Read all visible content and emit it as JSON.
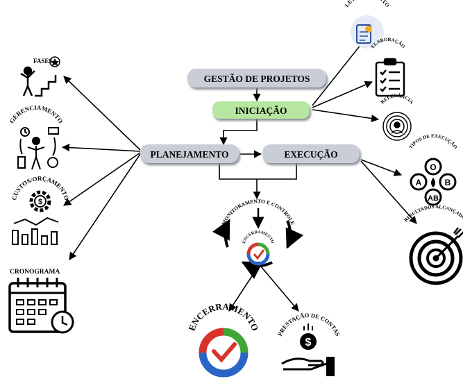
{
  "nodes": {
    "gestao": "GESTÃO DE PROJETOS",
    "iniciacao": "INICIAÇÃO",
    "planejamento": "PLANEJAMENTO",
    "execucao": "EXECUÇÃO"
  },
  "cycle": {
    "monitoramento": "MONITORAMENTO E CONTROLE",
    "encerramento_small": "ENCERRAMENTO"
  },
  "left_items": {
    "fases": "FASES",
    "gerenciamento": "GERENCIAMENTO",
    "custos": "CUSTOS/ORÇAMENTO",
    "cronograma": "CRONOGRAMA"
  },
  "right_items": {
    "levantamento": "LEVANTAMENTO",
    "elaboracao": "ELABORAÇÃO",
    "relevancia": "RELEVÂNCIA",
    "tipos": "TIPOS DE EXECUÇÃO",
    "resultados": "RESULTADOS ALCANÇADOS"
  },
  "bottom_items": {
    "encerramento": "ENCERRAMENTO",
    "prestacao": "PRESTAÇÃO DE CONTAS"
  },
  "blood_types": {
    "o": "O",
    "a": "A",
    "b": "B",
    "ab": "AB"
  },
  "colors": {
    "node_fill": "#c9cdd5",
    "node_shadow": "#8a8f99",
    "iniciacao_fill": "#b7e6a0",
    "ring_red": "#d9342b",
    "ring_green": "#3fa535",
    "ring_blue": "#2a64c7"
  }
}
